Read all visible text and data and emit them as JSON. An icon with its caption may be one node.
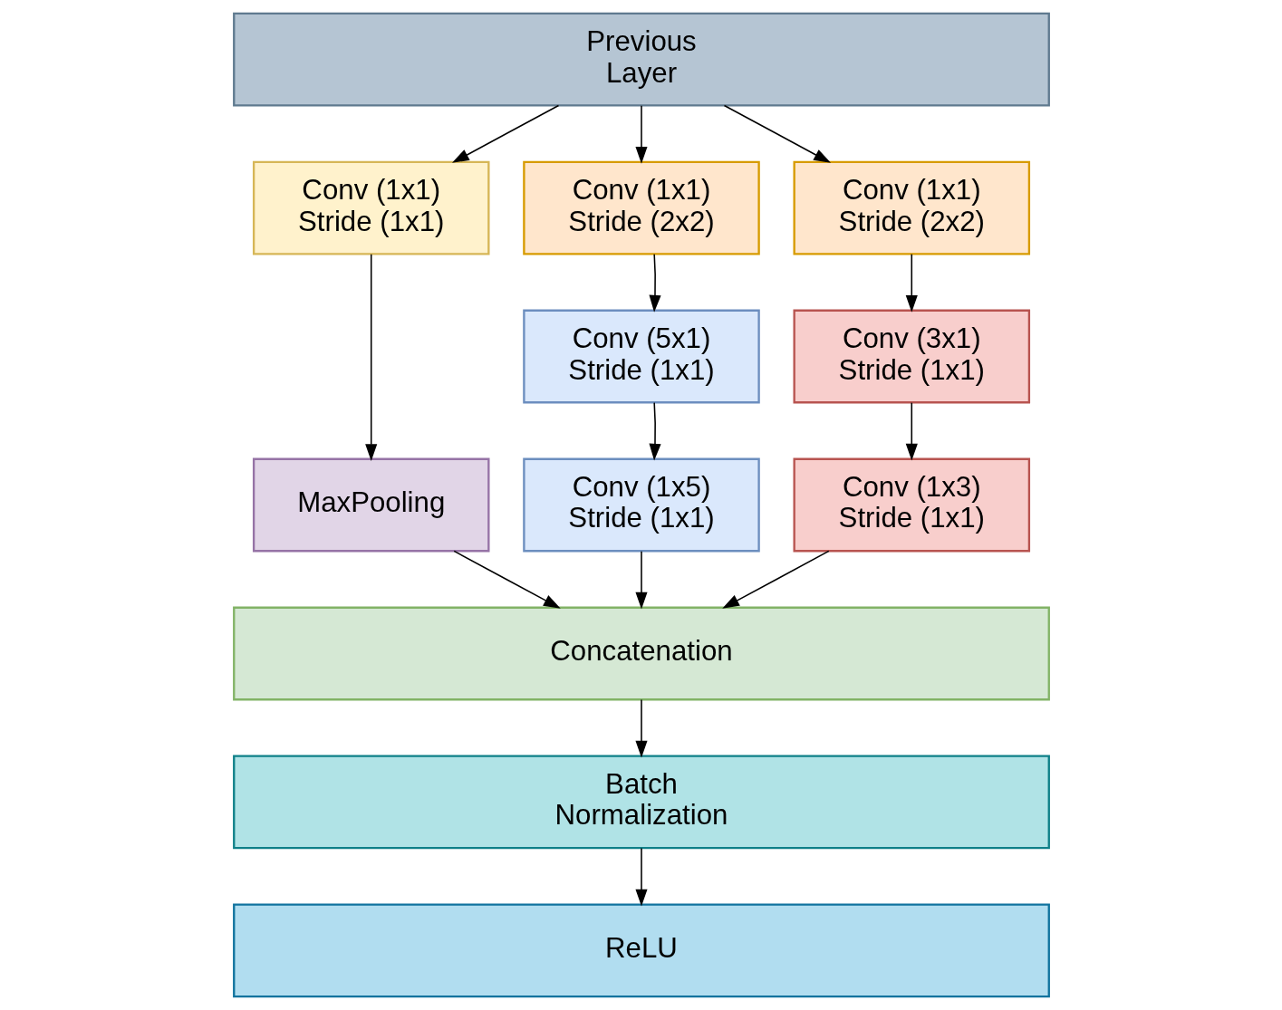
{
  "diagram": {
    "nodes": [
      {
        "text": [
          "Previous Layer"
        ]
      },
      {
        "text": [
          "Conv (1x1) Stride (1x1)"
        ]
      },
      {
        "text": [
          "Conv (1x1) Stride (2x2)"
        ]
      },
      {
        "text": [
          "Conv (1x1) Stride (2x2)"
        ]
      },
      {
        "text": [
          "Conv (5x1) Stride (1x1)"
        ]
      },
      {
        "text": [
          "Conv (3x1) Stride (1x1)"
        ]
      },
      {
        "text": [
          "MaxPooling"
        ]
      },
      {
        "text": [
          "Conv (1x5) Stride (1x1)"
        ]
      },
      {
        "text": [
          "Conv (1x3) Stride (1x1)"
        ]
      },
      {
        "text": [
          "Concatenation"
        ]
      },
      {
        "text": [
          "Batch Normalization"
        ]
      },
      {
        "text": [
          "ReLU"
        ]
      }
    ],
    "edges": [
      {
        "from": 0,
        "to": 1,
        "arrow": "to"
      },
      {
        "from": 0,
        "to": 2,
        "arrow": "to"
      },
      {
        "from": 0,
        "to": 3,
        "arrow": "to"
      },
      {
        "from": 1,
        "to": 6,
        "arrow": "to"
      },
      {
        "from": 2,
        "to": 4,
        "arrow": "to"
      },
      {
        "from": 3,
        "to": 5,
        "arrow": "to"
      },
      {
        "from": 4,
        "to": 7,
        "arrow": "to"
      },
      {
        "from": 5,
        "to": 8,
        "arrow": "to"
      },
      {
        "from": 6,
        "to": 9,
        "arrow": "to"
      },
      {
        "from": 7,
        "to": 9,
        "arrow": "to"
      },
      {
        "from": 8,
        "to": 9,
        "arrow": "to"
      },
      {
        "from": 9,
        "to": 10,
        "arrow": "to"
      },
      {
        "from": 10,
        "to": 11,
        "arrow": "to"
      }
    ]
  }
}
